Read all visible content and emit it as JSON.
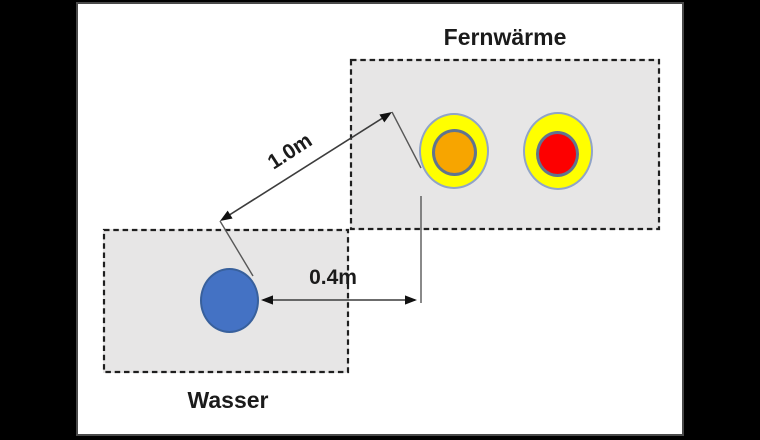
{
  "figure": {
    "background_color": "#000000",
    "canvas": {
      "fill": "#ffffff",
      "border_color": "#4a4a4a"
    },
    "zones": {
      "fernwaerme": {
        "label": "Fernwärme",
        "fill": "#e7e6e6",
        "border_color": "#1f1f1f",
        "border_style": "dashed"
      },
      "wasser": {
        "label": "Wasser",
        "fill": "#e7e6e6",
        "border_color": "#1f1f1f",
        "border_style": "dashed"
      }
    },
    "pipes": {
      "heating_pipe_orange": {
        "casing_color": "#ffff00",
        "core_color": "#f7a500",
        "casing_border": "#90a4c8",
        "core_border": "#60748f"
      },
      "heating_pipe_red": {
        "casing_color": "#ffff00",
        "core_color": "#fd0000",
        "casing_border": "#90a4c8",
        "core_border": "#60748f"
      },
      "water_pipe": {
        "fill": "#4472c4",
        "border": "#38609c"
      }
    },
    "measurements": {
      "diagonal_clearance": {
        "label": "1.0m"
      },
      "horizontal_clearance": {
        "label": "0.4m"
      }
    },
    "line_color": "#3c3c3c"
  }
}
